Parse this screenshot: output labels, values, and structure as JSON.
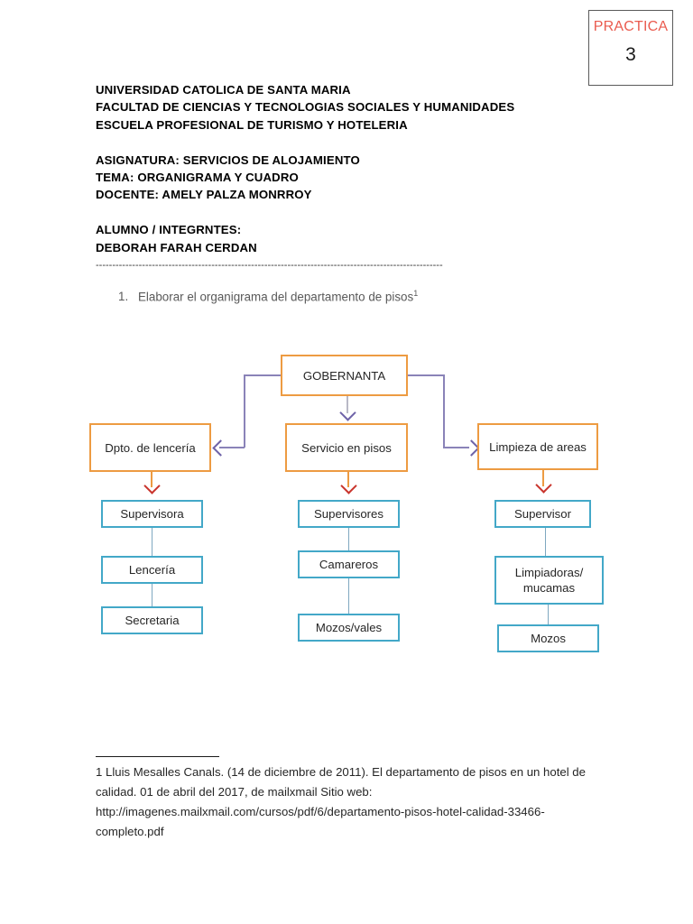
{
  "badge": {
    "label": "PRACTICA",
    "number": "3",
    "label_color": "#ea5b4f"
  },
  "header": {
    "lines": [
      "UNIVERSIDAD CATOLICA DE SANTA MARIA",
      "FACULTAD DE CIENCIAS Y TECNOLOGIAS SOCIALES Y HUMANIDADES",
      "ESCUELA PROFESIONAL DE TURISMO Y HOTELERIA"
    ],
    "course_lines": [
      "ASIGNATURA: SERVICIOS DE ALOJAMIENTO",
      "TEMA: ORGANIGRAMA Y CUADRO",
      "DOCENTE: AMELY PALZA MONRROY"
    ],
    "student_lines": [
      "ALUMNO / INTEGRNTES:",
      "DEBORAH FARAH CERDAN"
    ]
  },
  "divider": "---------------------------------------------------------------------------------------------------------",
  "task": {
    "number": "1.",
    "text": "Elaborar el organigrama del departamento de pisos",
    "footnote_marker": "1"
  },
  "diagram": {
    "colors": {
      "orange": "#ED9B42",
      "blue": "#43A8C8",
      "purple_connector": "#8a83b8",
      "red_arrow": "#c9342c"
    },
    "root": "GOBERNANTA",
    "branches": [
      {
        "head": "Dpto. de lencería",
        "children": [
          "Supervisora",
          "Lencería",
          "Secretaria"
        ]
      },
      {
        "head": "Servicio en pisos",
        "children": [
          "Supervisores",
          "Camareros",
          "Mozos/vales"
        ]
      },
      {
        "head": "Limpieza de areas",
        "children": [
          "Supervisor",
          "Limpiadoras/ mucamas",
          "Mozos"
        ]
      }
    ]
  },
  "footnote": {
    "text": "1 Lluis Mesalles Canals. (14 de diciembre de 2011). El departamento de pisos en un hotel de calidad. 01 de abril del 2017, de mailxmail Sitio web: http://imagenes.mailxmail.com/cursos/pdf/6/departamento-pisos-hotel-calidad-33466-completo.pdf"
  }
}
